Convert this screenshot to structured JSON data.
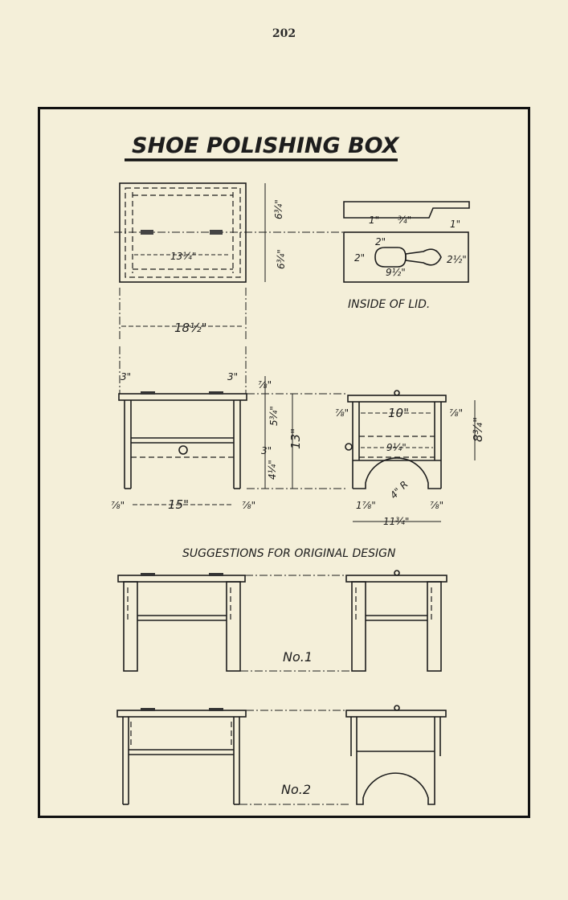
{
  "page_number": "202",
  "title": "SHOE POLISHING BOX",
  "lid_caption": "INSIDE OF LID.",
  "suggestions_heading": "SUGGESTIONS FOR ORIGINAL DESIGN",
  "design_labels": [
    "No.1",
    "No.2"
  ],
  "dimensions": {
    "inner_length": "13¼\"",
    "half_width_top": "6¾\"",
    "half_width_bottom": "6¾\"",
    "overall_length": "18½\"",
    "overhang_left": "3\"",
    "overhang_right": "3\"",
    "top_thickness": "⅞\"",
    "upper_box": "5¾\"",
    "middle": "3\"",
    "lower": "4¼\"",
    "height_total": "13\"",
    "leg_left": "⅞\"",
    "between_legs": "15\"",
    "leg_right": "⅞\"",
    "end_inner": "10\"",
    "end_top_left": "⅞\"",
    "end_top_right": "⅞\"",
    "end_height": "8¾\"",
    "end_shelf": "9¼\"",
    "arch_radius": "4\" R",
    "end_leg_left": "1⅞\"",
    "end_leg_right": "⅞\"",
    "end_width": "11¾\"",
    "lid_a": "1\"",
    "lid_b": "¾\"",
    "lid_c": "1\"",
    "lid_d": "2\"",
    "lid_e": "2\"",
    "lid_f": "2½\"",
    "lid_g": "9½\""
  }
}
